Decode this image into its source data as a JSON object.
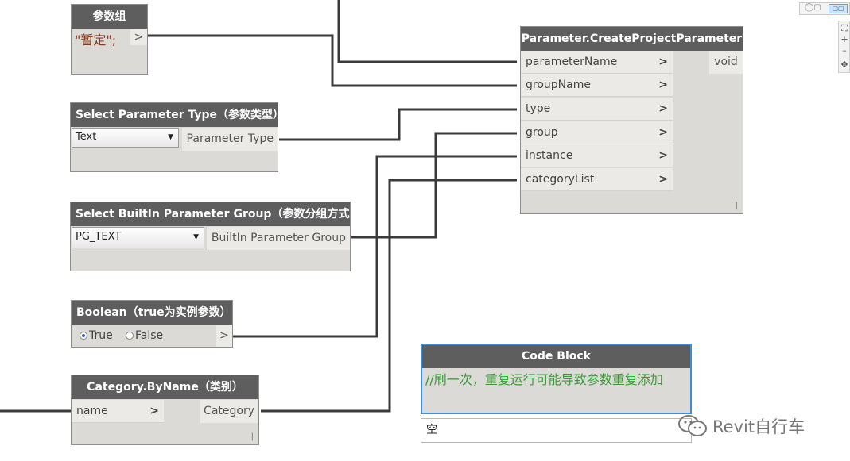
{
  "nodes": {
    "param_group": {
      "title": "参数组",
      "value": "\"暂定\";",
      "output_chev": ">"
    },
    "create_param": {
      "title": "Parameter.CreateProjectParameter",
      "inputs": [
        "parameterName",
        "groupName",
        "type",
        "group",
        "instance",
        "categoryList"
      ],
      "output": "void"
    },
    "param_type": {
      "title": "Select Parameter Type（参数类型）",
      "selected": "Text",
      "output": "Parameter Type"
    },
    "builtin_group": {
      "title": "Select BuiltIn Parameter Group（参数分组方式）",
      "selected": "PG_TEXT",
      "output": "BuiltIn Parameter Group"
    },
    "boolean": {
      "title": "Boolean（true为实例参数）",
      "opt_true": "True",
      "opt_false": "False",
      "output_chev": ">"
    },
    "category": {
      "title": "Category.ByName（类别）",
      "input": "name",
      "output": "Category"
    },
    "code_block": {
      "title": "Code Block",
      "code": "//刷一次，重复运行可能导致参数重复添加",
      "preview": "空"
    }
  },
  "watermark": "Revit自行车",
  "colors": {
    "header": "#5e5e5e",
    "body": "#dcdad6",
    "port": "#eceae6",
    "wire": "#3a3a3a",
    "selected_border": "#3d8ed8",
    "code_comment": "#3a9a3a"
  }
}
